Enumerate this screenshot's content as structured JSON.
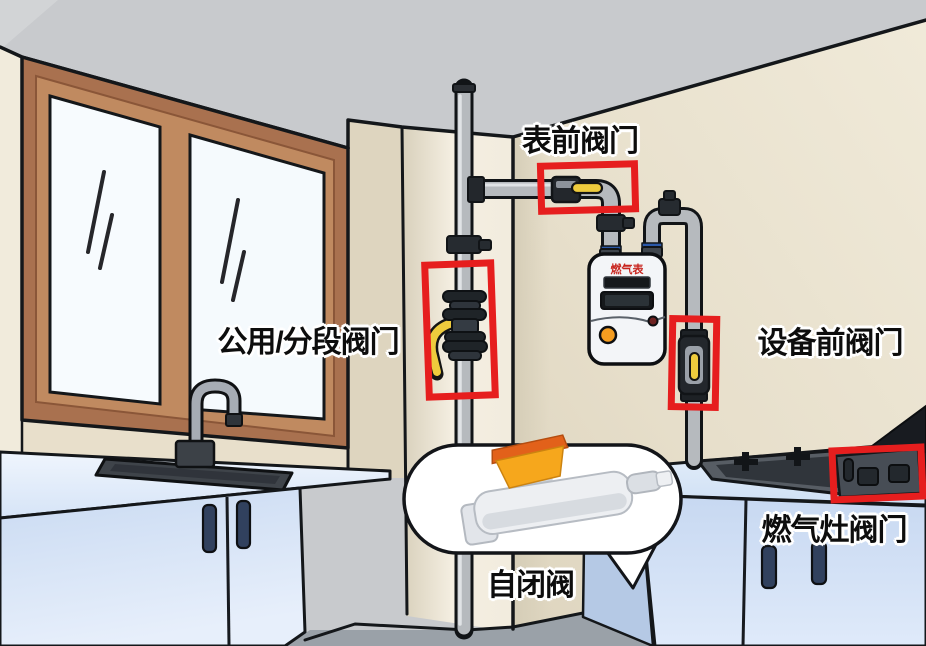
{
  "labels": {
    "meter_front_valve": "表前阀门",
    "public_segment_valve": "公用/分段阀门",
    "device_front_valve": "设备前阀门",
    "stove_valve": "燃气灶阀门",
    "self_closing_valve": "自闭阀"
  },
  "gas_meter": {
    "brand_text": "燃气表"
  },
  "colors": {
    "highlight_red": "#e61e1e",
    "valve_handle_yellow": "#eecb3d",
    "self_closing_cap_orange": "#f6a71c",
    "ceiling_gray": "#c8cacd",
    "wall_beige": "#e8dfcb",
    "window_frame_brown": "#a9714f",
    "counter_blue": "#cddef4",
    "pipe_gray": "#b6babe"
  }
}
